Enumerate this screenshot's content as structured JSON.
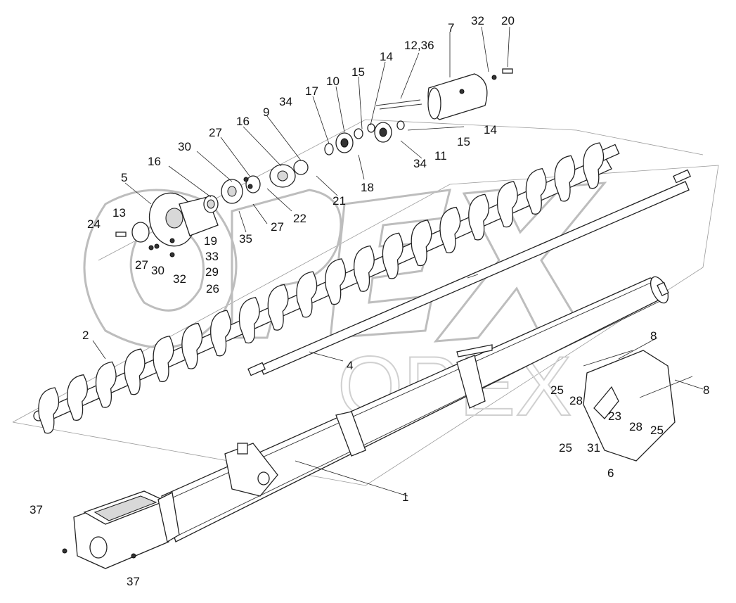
{
  "diagram": {
    "watermark": "OPEX",
    "callouts": [
      {
        "id": "c1",
        "text": "1"
      },
      {
        "id": "c2",
        "text": "2"
      },
      {
        "id": "c4",
        "text": "4"
      },
      {
        "id": "c5",
        "text": "5"
      },
      {
        "id": "c6",
        "text": "6"
      },
      {
        "id": "c7",
        "text": "7"
      },
      {
        "id": "c8a",
        "text": "8"
      },
      {
        "id": "c8b",
        "text": "8"
      },
      {
        "id": "c9",
        "text": "9"
      },
      {
        "id": "c10",
        "text": "10"
      },
      {
        "id": "c11",
        "text": "11"
      },
      {
        "id": "c12",
        "text": "12,36"
      },
      {
        "id": "c13",
        "text": "13"
      },
      {
        "id": "c14a",
        "text": "14"
      },
      {
        "id": "c14b",
        "text": "14"
      },
      {
        "id": "c15a",
        "text": "15"
      },
      {
        "id": "c15b",
        "text": "15"
      },
      {
        "id": "c16a",
        "text": "16"
      },
      {
        "id": "c16b",
        "text": "16"
      },
      {
        "id": "c17",
        "text": "17"
      },
      {
        "id": "c18",
        "text": "18"
      },
      {
        "id": "c19",
        "text": "19"
      },
      {
        "id": "c20",
        "text": "20"
      },
      {
        "id": "c21",
        "text": "21"
      },
      {
        "id": "c22",
        "text": "22"
      },
      {
        "id": "c23",
        "text": "23"
      },
      {
        "id": "c24",
        "text": "24"
      },
      {
        "id": "c25a",
        "text": "25"
      },
      {
        "id": "c25b",
        "text": "25"
      },
      {
        "id": "c25c",
        "text": "25"
      },
      {
        "id": "c26",
        "text": "26"
      },
      {
        "id": "c27a",
        "text": "27"
      },
      {
        "id": "c27b",
        "text": "27"
      },
      {
        "id": "c27c",
        "text": "27"
      },
      {
        "id": "c28a",
        "text": "28"
      },
      {
        "id": "c28b",
        "text": "28"
      },
      {
        "id": "c29",
        "text": "29"
      },
      {
        "id": "c30a",
        "text": "30"
      },
      {
        "id": "c30b",
        "text": "30"
      },
      {
        "id": "c31",
        "text": "31"
      },
      {
        "id": "c32a",
        "text": "32"
      },
      {
        "id": "c32b",
        "text": "32"
      },
      {
        "id": "c33",
        "text": "33"
      },
      {
        "id": "c34a",
        "text": "34"
      },
      {
        "id": "c34b",
        "text": "34"
      },
      {
        "id": "c35",
        "text": "35"
      },
      {
        "id": "c37a",
        "text": "37"
      },
      {
        "id": "c37b",
        "text": "37"
      }
    ]
  }
}
